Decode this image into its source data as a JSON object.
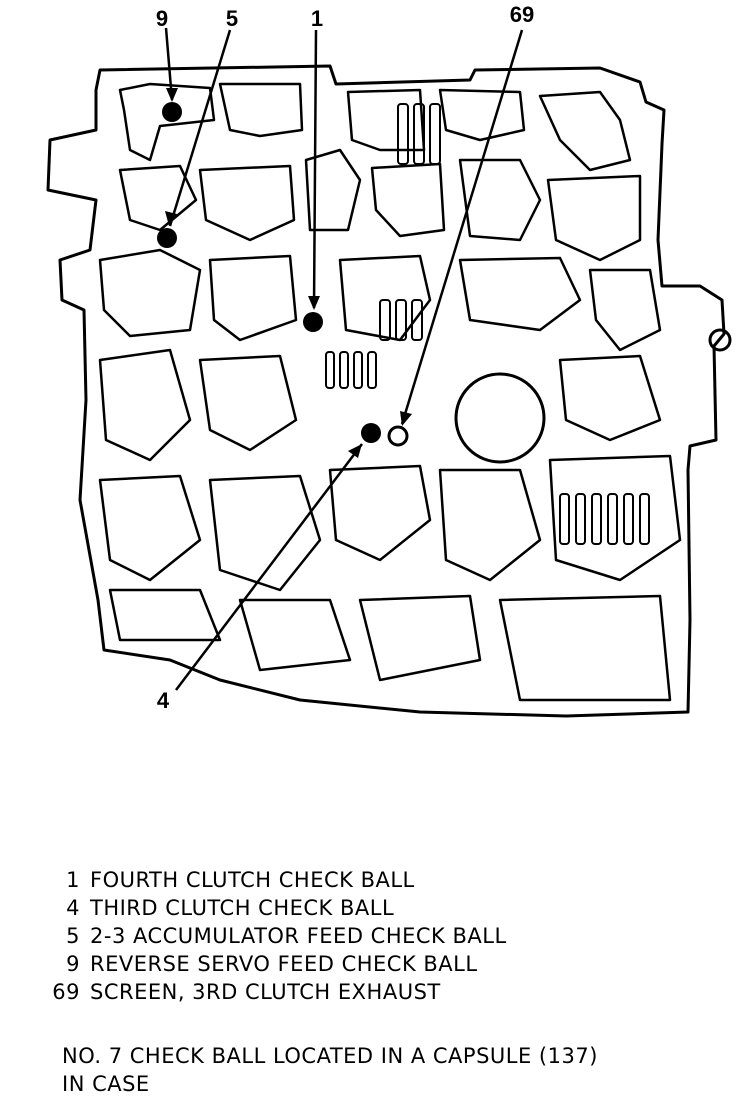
{
  "callouts": [
    {
      "id": "9",
      "label": "9"
    },
    {
      "id": "5",
      "label": "5"
    },
    {
      "id": "1",
      "label": "1"
    },
    {
      "id": "69",
      "label": "69"
    },
    {
      "id": "4",
      "label": "4"
    }
  ],
  "legend": [
    {
      "num": "1",
      "text": "FOURTH CLUTCH CHECK BALL"
    },
    {
      "num": "4",
      "text": "THIRD CLUTCH CHECK BALL"
    },
    {
      "num": "5",
      "text": "2-3 ACCUMULATOR FEED CHECK BALL"
    },
    {
      "num": "9",
      "text": "REVERSE SERVO FEED CHECK BALL"
    },
    {
      "num": "69",
      "text": "SCREEN, 3RD CLUTCH EXHAUST"
    }
  ],
  "note": {
    "line1": "NO. 7 CHECK BALL LOCATED IN A CAPSULE (137)",
    "line2": "IN CASE"
  }
}
